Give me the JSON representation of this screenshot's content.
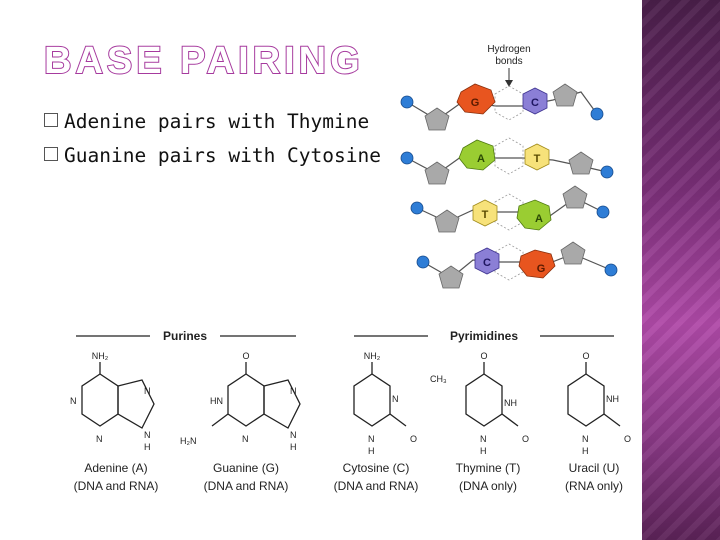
{
  "slide": {
    "title": "BASE PAIRING",
    "bullets": [
      "Adenine pairs with Thymine",
      "Guanine pairs with Cytosine"
    ]
  },
  "helix_diagram": {
    "callout_label": [
      "Hydrogen",
      "bonds"
    ],
    "base_pairs": [
      {
        "left": "G",
        "right": "C"
      },
      {
        "left": "A",
        "right": "T"
      },
      {
        "left": "T",
        "right": "A"
      },
      {
        "left": "C",
        "right": "G"
      }
    ]
  },
  "structures": {
    "purines_header": "Purines",
    "pyrimidines_header": "Pyrimidines",
    "adenine": {
      "name": "Adenine (A)",
      "note": "(DNA and RNA)",
      "atoms": {
        "nh2": "NH₂",
        "n_left": "N",
        "n_bottom": "N",
        "n_top": "N",
        "n_ring": "N",
        "h": "H"
      }
    },
    "guanine": {
      "name": "Guanine (G)",
      "note": "(DNA and RNA)",
      "atoms": {
        "o": "O",
        "hn": "HN",
        "h2n": "H₂N",
        "n_bottom": "N",
        "n_top": "N",
        "n_ring": "N",
        "h": "H"
      }
    },
    "cytosine": {
      "name": "Cytosine (C)",
      "note": "(DNA and RNA)",
      "atoms": {
        "nh2": "NH₂",
        "n_right": "N",
        "n_bottom": "N",
        "o": "O",
        "h": "H"
      }
    },
    "thymine": {
      "name": "Thymine (T)",
      "note": "(DNA only)",
      "atoms": {
        "o_top": "O",
        "ch3": "CH₃",
        "nh": "NH",
        "n_bottom": "N",
        "o": "O",
        "h": "H"
      }
    },
    "uracil": {
      "name": "Uracil (U)",
      "note": "(RNA only)",
      "atoms": {
        "o_top": "O",
        "nh": "NH",
        "n_bottom": "N",
        "o": "O",
        "h": "H"
      }
    }
  },
  "colors": {
    "accent": "#a63a9e",
    "guanine": "#e8551f",
    "cytosine": "#8b7fd6",
    "adenine": "#9acd32",
    "thymine": "#f7e27a",
    "sugar": "#a9a9a9",
    "phosphate": "#2e7dd6"
  }
}
